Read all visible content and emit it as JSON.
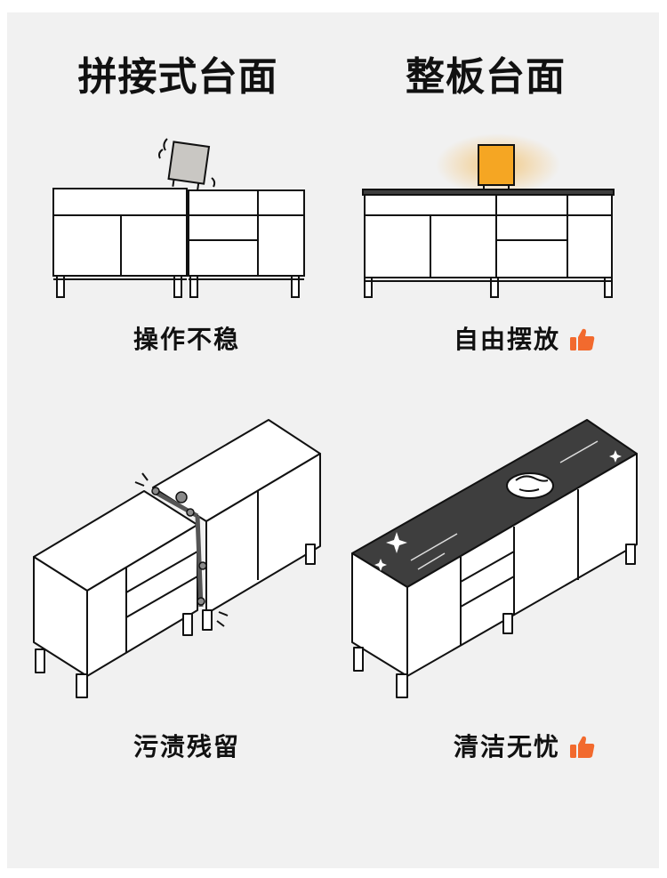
{
  "columns": [
    {
      "heading": "拼接式台面",
      "captions": [
        "操作不稳",
        "污渍残留"
      ]
    },
    {
      "heading": "整板台面",
      "captions": [
        "自由摆放",
        "清洁无忧"
      ]
    }
  ],
  "icons": {
    "positive": "thumbs-up-icon",
    "wobble": "motion-lines-icon",
    "sparkle": "sparkle-icon",
    "wipe": "wiping-hand-icon"
  },
  "colors": {
    "accent": "#f26a2e",
    "appliance_orange": "#f5a623",
    "appliance_gray": "#c9c7c3",
    "stone_top": "#3e3e3e",
    "background": "#f1f1f1"
  }
}
